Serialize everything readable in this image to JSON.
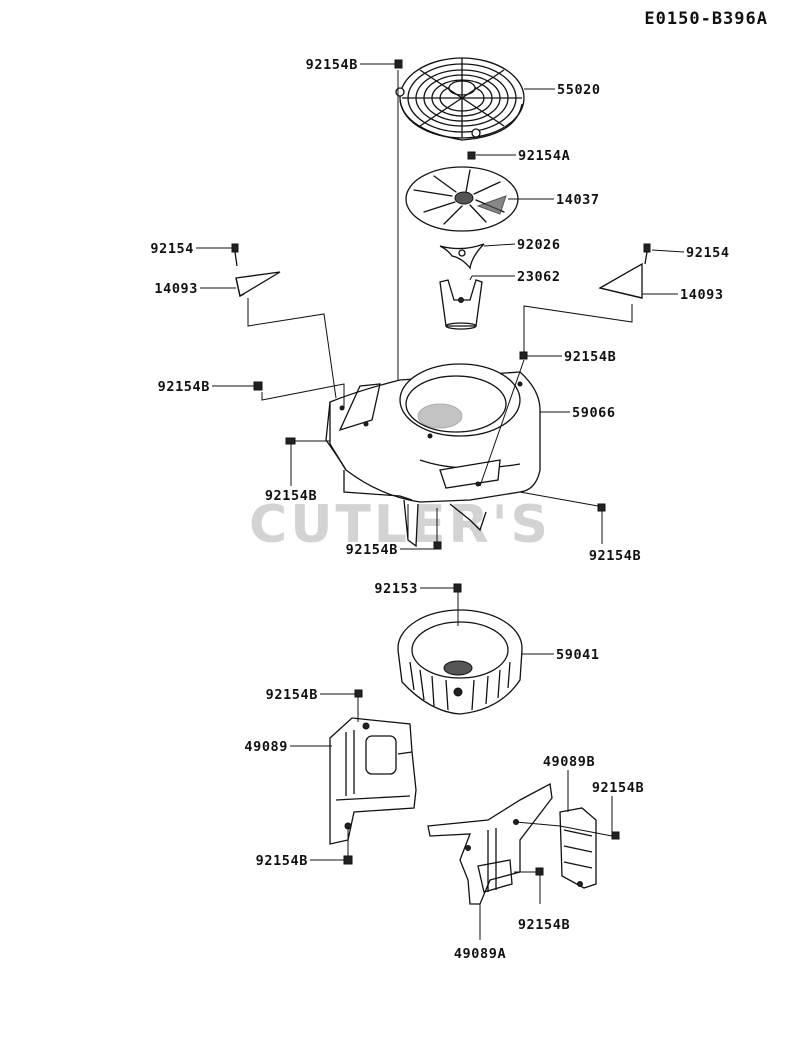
{
  "diagram_code": "E0150-B396A",
  "watermark": "CUTLER'S",
  "labels": {
    "screw_top": "92154B",
    "screen": "55020",
    "screw_a": "92154A",
    "fan": "14037",
    "screw_left": "92154",
    "clamp_left": "14093",
    "plate": "92026",
    "cone": "23062",
    "screw_right": "92154",
    "clamp_right": "14093",
    "screw_housing_right": "92154B",
    "screw_housing_left": "92154B",
    "housing": "59066",
    "screw_housing_lower_left": "92154B",
    "screw_housing_bottom": "92154B",
    "screw_housing_lower_right": "92154B",
    "screw_flywheel": "92153",
    "flywheel": "59041",
    "screw_cover_top": "92154B",
    "cover_left": "49089",
    "screw_cover_bottom": "92154B",
    "cover_b": "49089B",
    "screw_cover_b": "92154B",
    "screw_cover_a": "92154B",
    "cover_a": "49089A"
  }
}
